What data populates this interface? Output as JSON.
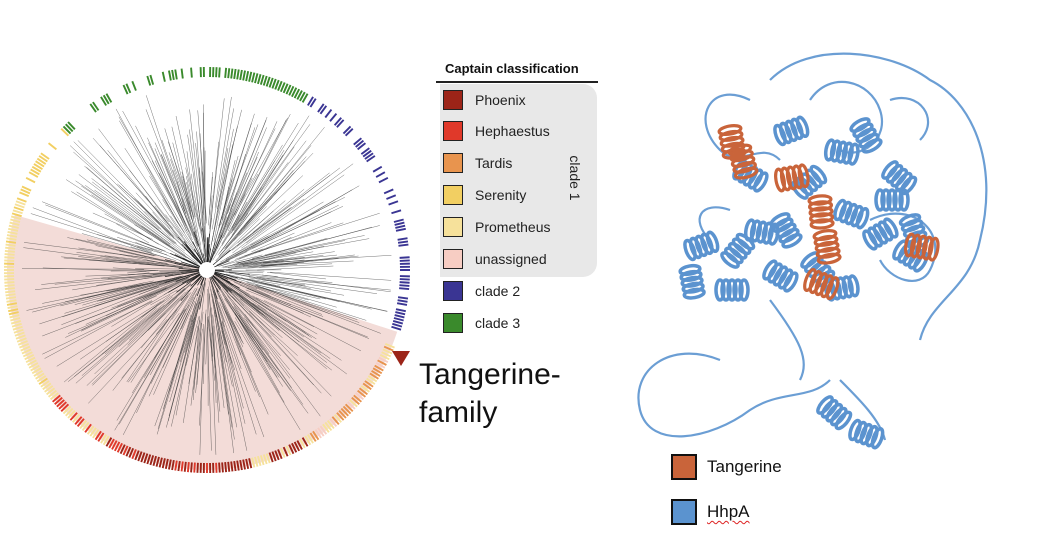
{
  "legend": {
    "title": "Captain classification",
    "group_label": "clade 1",
    "items": [
      {
        "label": "Phoenix",
        "color": "#9c2418"
      },
      {
        "label": "Hephaestus",
        "color": "#e0392a"
      },
      {
        "label": "Tardis",
        "color": "#e8944e"
      },
      {
        "label": "Serenity",
        "color": "#f2cf62"
      },
      {
        "label": "Prometheus",
        "color": "#f6e19b"
      },
      {
        "label": "unassigned",
        "color": "#f7cdc3"
      },
      {
        "label": "clade 2",
        "color": "#3a3593"
      },
      {
        "label": "clade 3",
        "color": "#3a8a2c"
      }
    ]
  },
  "tree": {
    "highlight_color": "#f3dcd8",
    "marker_color": "#9c2418",
    "annotation_line1": "Tangerine-",
    "annotation_line2": "family"
  },
  "structure_legend": {
    "items": [
      {
        "label": "Tangerine",
        "color": "#c9643a"
      },
      {
        "label": "HhpA",
        "color": "#5b93cf"
      }
    ]
  }
}
